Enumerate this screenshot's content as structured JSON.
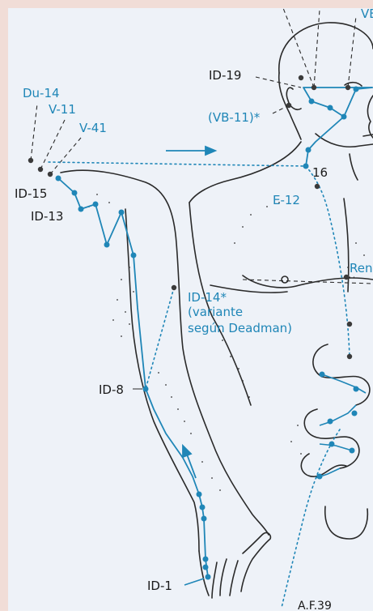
{
  "colors": {
    "paper": "#eef2f8",
    "border": "#f1ddd7",
    "meridian": "#1f86b7",
    "ink": "#222222",
    "label_dark": "#1a1a1a",
    "label_blue": "#1f86b7"
  },
  "labels": {
    "vb_top": "VB",
    "id19": "ID-19",
    "vb11": "(VB-11)*",
    "du14": "Du-14",
    "v11": "V-11",
    "v41": "V-41",
    "id15": "ID-15",
    "n16": "16",
    "id13": "ID-13",
    "e12": "E-12",
    "ren": "Ren",
    "id14_line1": "ID-14*",
    "id14_line2": "(variante",
    "id14_line3": "según Deadman)",
    "id8": "ID-8",
    "id1": "ID-1",
    "bottom": "A.F.39"
  }
}
